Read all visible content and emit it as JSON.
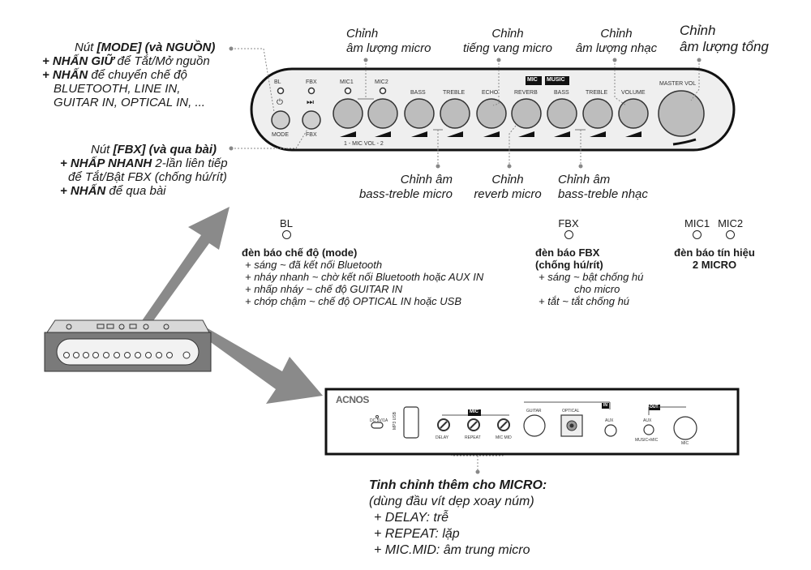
{
  "left_notes": {
    "mode_button": {
      "title_prefix": "Nút ",
      "title_bold": "[MODE] (và NGUỒN)",
      "lines": [
        {
          "bold": "+ NHẤN GIỮ",
          "text": " để Tắt/Mở nguồn"
        },
        {
          "bold": "+ NHẤN",
          "text": " để chuyển chế độ"
        },
        {
          "bold": "",
          "text": "BLUETOOTH, LINE IN,"
        },
        {
          "bold": "",
          "text": "GUITAR IN, OPTICAL IN, ..."
        }
      ]
    },
    "fbx_button": {
      "title_prefix": "Nút ",
      "title_bold": "[FBX] (và qua bài)",
      "lines": [
        {
          "bold": "+ NHẤP NHANH",
          "text": " 2-lần liên tiếp"
        },
        {
          "bold": "",
          "text": "để Tắt/Bật FBX (chống hú/rít)"
        },
        {
          "bold": "+ NHẤN",
          "text": " để qua bài"
        }
      ]
    }
  },
  "top_callouts": [
    {
      "line1": "Chỉnh",
      "line2": "âm lượng micro"
    },
    {
      "line1": "Chỉnh",
      "line2": "tiếng vang micro"
    },
    {
      "line1": "Chỉnh",
      "line2": "âm lượng nhạc"
    },
    {
      "line1": "Chỉnh",
      "line2": "âm lượng tổng"
    }
  ],
  "bottom_callouts": [
    {
      "line1": "Chỉnh âm",
      "line2": "bass-treble micro"
    },
    {
      "line1": "Chỉnh",
      "line2": "reverb micro"
    },
    {
      "line1": "Chỉnh âm",
      "line2": "bass-treble nhạc"
    }
  ],
  "control_panel": {
    "leds": [
      "BL",
      "FBX",
      "MIC1",
      "MIC2"
    ],
    "buttons": [
      {
        "label": "MODE",
        "icon": "power-icon",
        "glyph": "⏻"
      },
      {
        "label": "FBX",
        "icon": "next-track-icon",
        "glyph": "⏭"
      }
    ],
    "knobs": [
      "",
      "",
      "BASS",
      "TREBLE",
      "ECHO",
      "REVERB",
      "BASS",
      "TREBLE",
      "VOLUME"
    ],
    "mic_vol_label": "1 - MIC VOL - 2",
    "badge_mic": "MIC",
    "badge_music": "MUSIC",
    "master_label": "MASTER VOL"
  },
  "indicators": {
    "bl": {
      "led": "BL",
      "title": "đèn báo chế độ (mode)",
      "items": [
        "+ sáng ~ đã kết nối Bluetooth",
        "+ nháy nhanh ~ chờ kết nối Bluetooth hoặc AUX IN",
        "+ nhấp nháy ~ chế độ GUITAR IN",
        "+ chớp chậm ~ chế độ OPTICAL IN hoặc USB"
      ]
    },
    "fbx": {
      "led": "FBX",
      "title1": "đèn báo FBX",
      "title2": "(chống hú/rít)",
      "items": [
        "+ sáng ~ bật chống hú",
        "cho micro",
        "+ tắt ~ tắt chống hú"
      ]
    },
    "mic": {
      "leds": [
        "MIC1",
        "MIC2"
      ],
      "title1": "đèn báo tín hiệu",
      "title2": "2 MICRO"
    }
  },
  "rear_panel": {
    "brand": "ACNOS",
    "dc_label": "DC 5V/1A",
    "usb_label": "MP3 USB",
    "mic_badge": "MIC",
    "trim_knobs": [
      "DELAY",
      "REPEAT",
      "MIC MID"
    ],
    "guitar": "GUITAR",
    "optical": "OPTICAL",
    "in_badge": "IN",
    "aux_in": "AUX",
    "out_badge": "OUT",
    "aux_out": "AUX",
    "aux_out_sub": "MUSIC+MIC",
    "mic_out": "MIC"
  },
  "micro_note": {
    "title": "Tinh chỉnh thêm cho MICRO:",
    "subtitle": "(dùng đầu vít dẹp xoay núm)",
    "items": [
      "+ DELAY: trễ",
      "+ REPEAT: lặp",
      "+ MIC.MID: âm trung micro"
    ]
  }
}
